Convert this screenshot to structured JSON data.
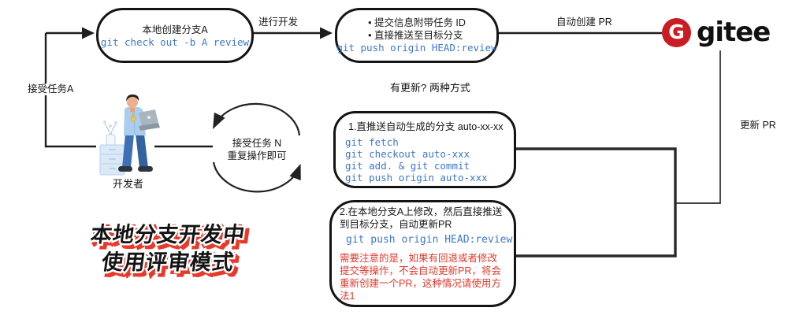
{
  "colors": {
    "command_blue": "#3e78c8",
    "warning_red": "#de3a2d",
    "caption_red": "#e8392b",
    "gitee_red": "#c71d23",
    "line_dark": "#1e1e1e"
  },
  "flow": {
    "accept_task_label": "接受任务A",
    "create_branch": {
      "title": "本地创建分支A",
      "command": "git check out -b A review"
    },
    "develop_arrow_label": "进行开发",
    "push_node": {
      "bullets": [
        "提交信息附带任务 ID",
        "直接推送至目标分支"
      ],
      "command": "git push origin HEAD:review"
    },
    "auto_pr_arrow_label": "自动创建 PR",
    "update_pr_label": "更新 PR"
  },
  "gitee": {
    "wordmark": "gitee",
    "logo_letter": "G"
  },
  "loop": {
    "line1": "接受任务 N",
    "line2": "重复操作即可"
  },
  "developer_label": "开发者",
  "update_section": {
    "question": "有更新? 两种方式",
    "method1": {
      "title": "1.直推送自动生成的分支 auto-xx-xx",
      "commands": [
        "git fetch",
        "git checkout auto-xxx",
        "git add. & git commit",
        "git push origin auto-xxx"
      ]
    },
    "method2": {
      "title": "2.在本地分支A上修改，然后直接推送到目标分支，自动更新PR",
      "command": "git push origin HEAD:review",
      "warning": "需要注意的是，如果有回退或者修改提交等操作，不会自动更新PR，将会重新创建一个PR，这种情况请使用方法1"
    }
  },
  "caption": {
    "line1": "本地分支开发中",
    "line2": "使用评审模式"
  }
}
